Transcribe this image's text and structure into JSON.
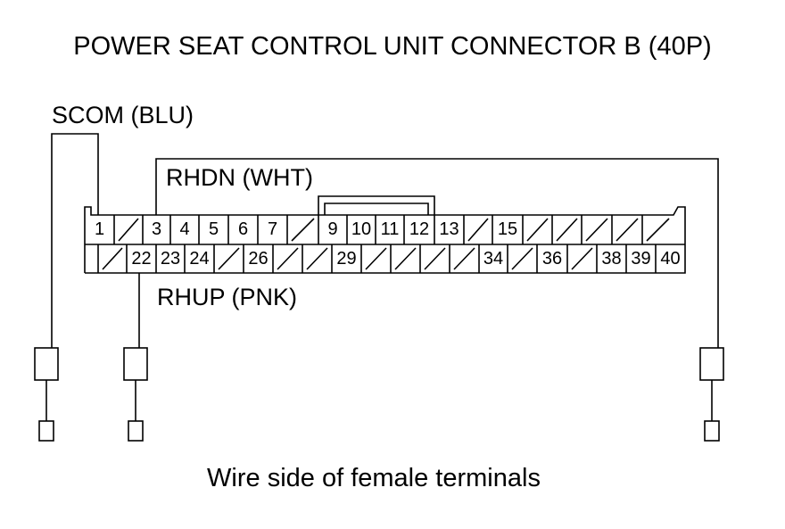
{
  "title": "POWER SEAT CONTROL UNIT CONNECTOR B (40P)",
  "footer": "Wire side of female terminals",
  "wires": {
    "scom": "SCOM (BLU)",
    "rhdn": "RHDN (WHT)",
    "rhup": "RHUP (PNK)"
  },
  "connector": {
    "top_row": [
      "1",
      "",
      "3",
      "4",
      "5",
      "6",
      "7",
      "",
      "9",
      "10",
      "11",
      "12",
      "13",
      "",
      "15",
      "",
      "",
      "",
      "",
      ""
    ],
    "bottom_row": [
      "",
      "",
      "22",
      "23",
      "24",
      "",
      "26",
      "",
      "",
      "29",
      "",
      "",
      "",
      "",
      "34",
      "",
      "36",
      "",
      "38",
      "39",
      "40"
    ]
  }
}
